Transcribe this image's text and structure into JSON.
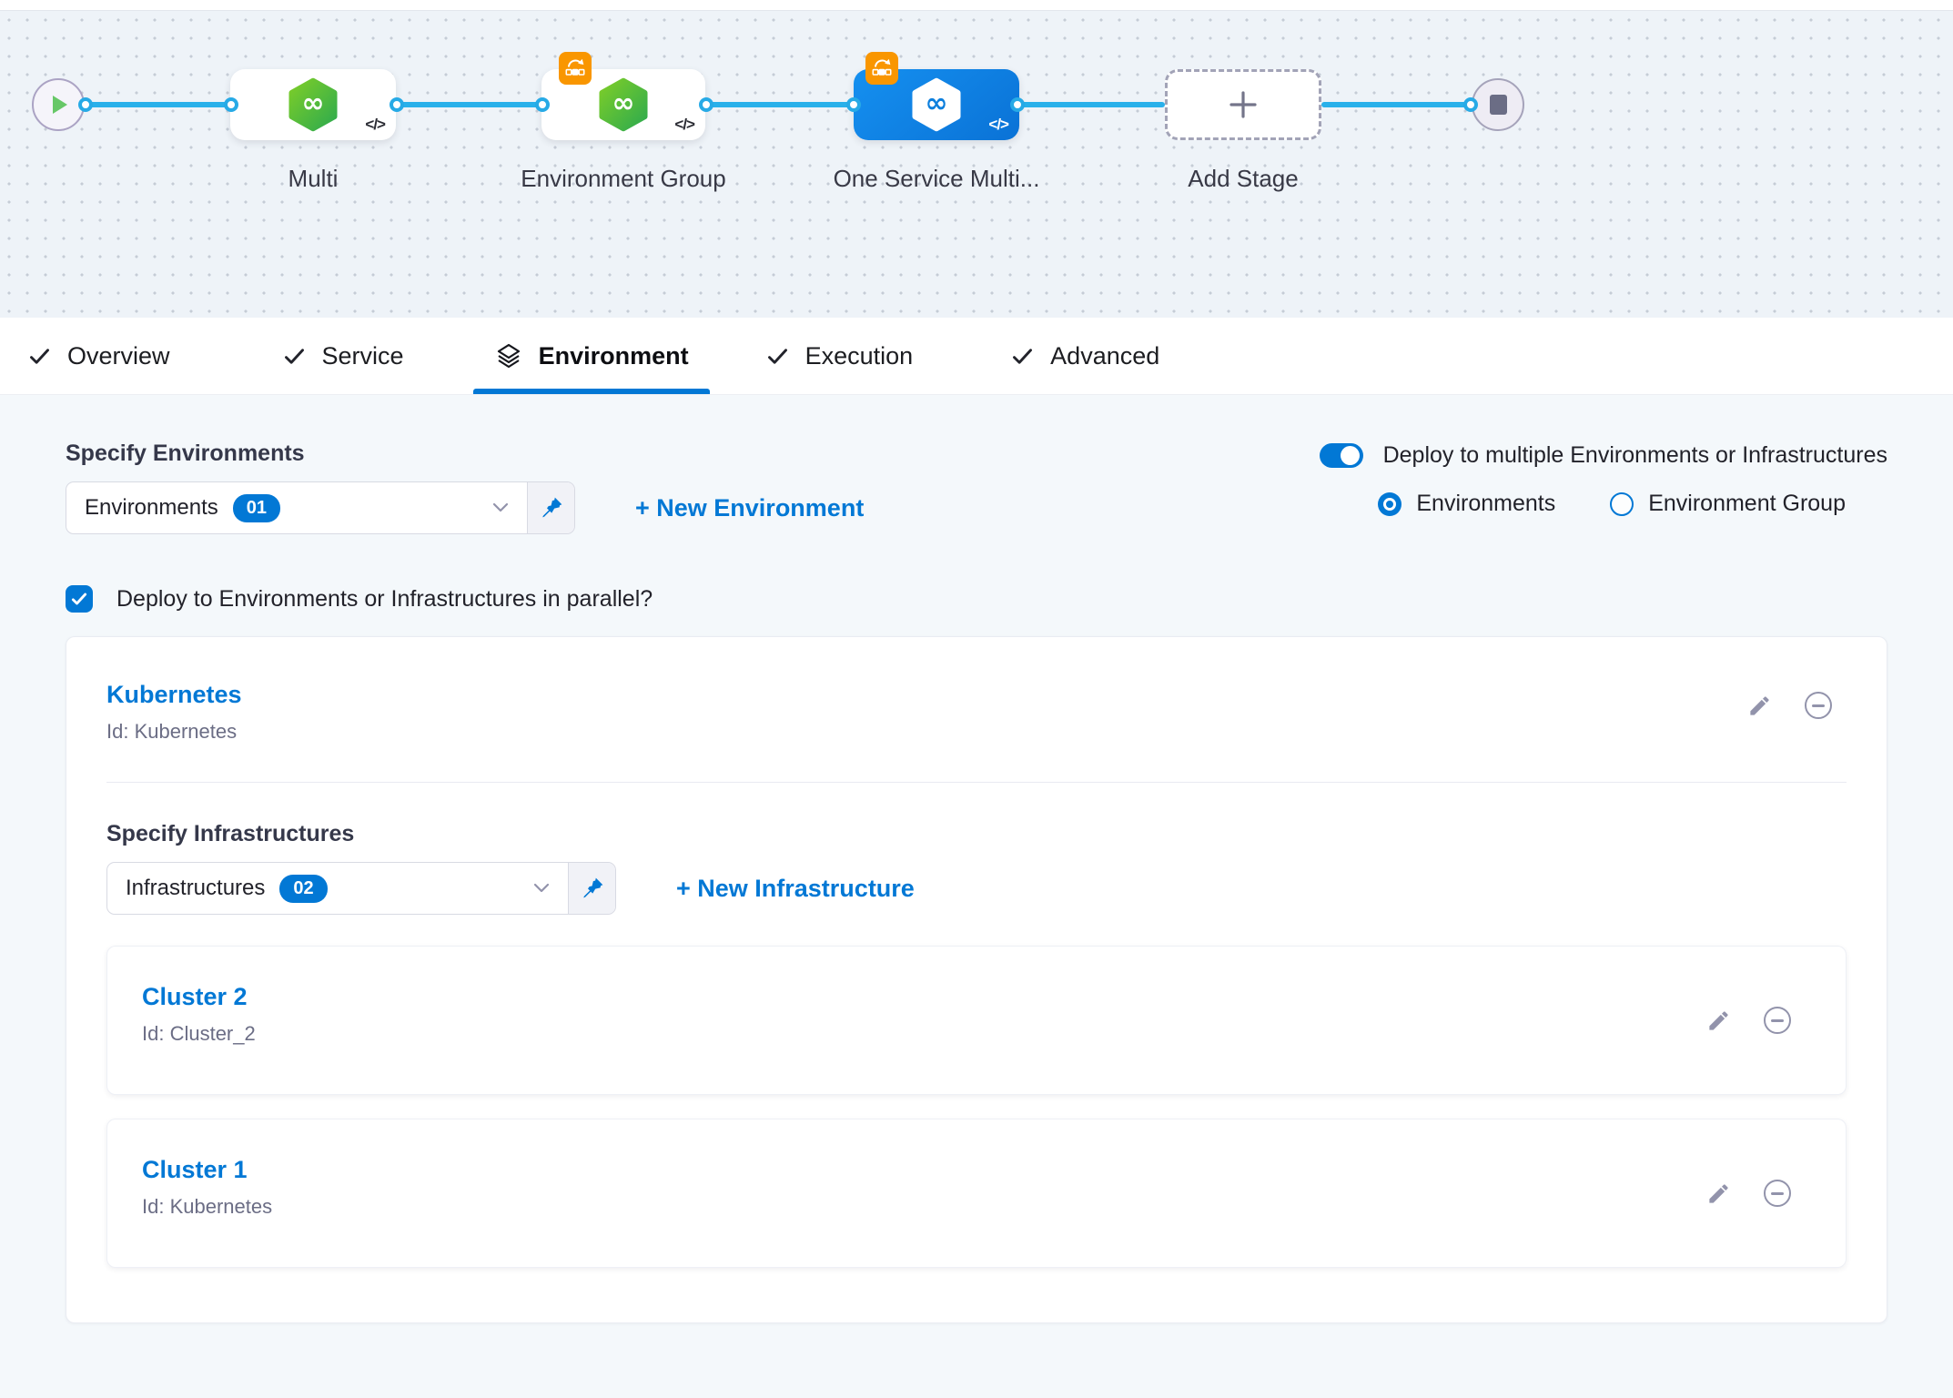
{
  "colors": {
    "accent": "#0278d5",
    "connector_blue": "#29b0ea",
    "selected_node_blue": "#0d82e3",
    "service_green": "#4db637",
    "strategy_orange": "#f99600",
    "icon_gray": "#9293ab",
    "content_background": "#f4f8fb"
  },
  "pipeline": {
    "code_glyph": "</>",
    "nodes": {
      "multi": {
        "label": "Multi"
      },
      "environment_group": {
        "label": "Environment Group"
      },
      "one_service": {
        "label": "One Service Multi..."
      },
      "add_stage": {
        "label": "Add Stage"
      }
    }
  },
  "tabs": {
    "active": "Environment",
    "items": [
      {
        "label": "Overview"
      },
      {
        "label": "Service"
      },
      {
        "label": "Environment"
      },
      {
        "label": "Execution"
      },
      {
        "label": "Advanced"
      }
    ]
  },
  "environment_tab": {
    "specify_environments_label": "Specify Environments",
    "environments_dropdown": {
      "value": "Environments",
      "count": "01"
    },
    "new_environment_link": "+ New Environment",
    "deploy_multiple_toggle_label": "Deploy to multiple Environments or Infrastructures",
    "radio_environments_label": "Environments",
    "radio_environment_group_label": "Environment Group",
    "parallel_checkbox_label": "Deploy to Environments or Infrastructures in parallel?",
    "environment_card": {
      "name": "Kubernetes",
      "id": "Id: Kubernetes",
      "specify_infrastructures_label": "Specify Infrastructures",
      "infrastructures_dropdown": {
        "value": "Infrastructures",
        "count": "02"
      },
      "new_infrastructure_link": "+ New Infrastructure",
      "infrastructure_cards": [
        {
          "name": "Cluster 2",
          "id": "Id: Cluster_2"
        },
        {
          "name": "Cluster 1",
          "id": "Id: Kubernetes"
        }
      ]
    }
  }
}
